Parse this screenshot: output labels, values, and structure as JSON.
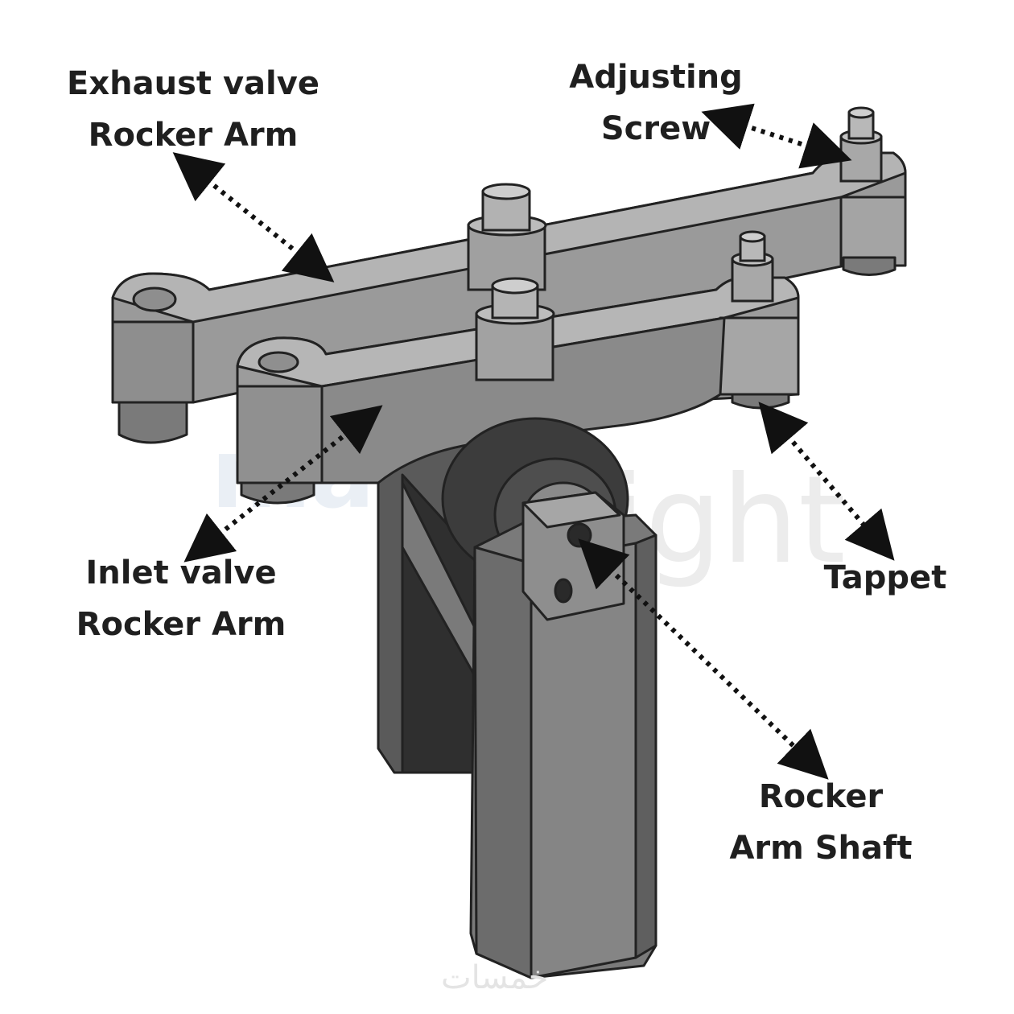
{
  "labels": {
    "exhaust_line1": "Exhaust valve",
    "exhaust_line2": "Rocker Arm",
    "adjusting_line1": "Adjusting",
    "adjusting_line2": "Screw",
    "inlet_line1": "Inlet valve",
    "inlet_line2": "Rocker Arm",
    "tappet": "Tappet",
    "shaft_line1": "Rocker",
    "shaft_line2": "Arm Shaft"
  },
  "watermarks": {
    "brand_a": "ma",
    "brand_b": "ight",
    "footer": "خمسات"
  },
  "colors": {
    "metal_light": "#a8a8a8",
    "metal_mid": "#8c8c8c",
    "metal_dark": "#6e6e6e",
    "metal_shadow": "#3a3a3a",
    "outline": "#222222",
    "label": "#1f1f1f"
  }
}
